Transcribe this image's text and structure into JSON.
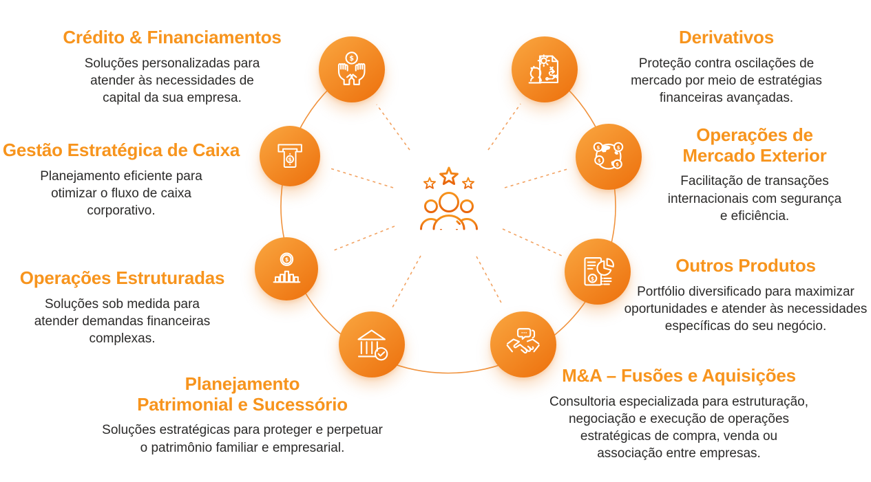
{
  "diagram": {
    "colors": {
      "accent": "#F7941D",
      "circle_gradient_start": "#F9A43E",
      "circle_gradient_end": "#EE7511",
      "ring_line": "#F0923C",
      "dashed_line": "#F2A261",
      "body_text": "#2B2A29",
      "icon_stroke": "#FFFFFF"
    },
    "center": {
      "icon": "people-with-stars-icon"
    },
    "items": [
      {
        "id": "credito",
        "title": "Crédito & Financiamentos",
        "description": "Soluções personalizadas para\natender às necessidades de\ncapital da sua empresa.",
        "icon": "hands-holding-coin-icon"
      },
      {
        "id": "gestao",
        "title": "Gestão Estratégica de Caixa",
        "description": "Planejamento eficiente para\notimizar o fluxo de caixa\ncorporativo.",
        "icon": "atm-cash-icon"
      },
      {
        "id": "estruturadas",
        "title": "Operações Estruturadas",
        "description": "Soluções sob medida para\natender demandas financeiras\ncomplexas.",
        "icon": "coin-bar-chart-icon"
      },
      {
        "id": "patrimonial",
        "title": "Planejamento\nPatrimonial e Sucessório",
        "description": "Soluções estratégicas para proteger e perpetuar\no patrimônio familiar e empresarial.",
        "icon": "bank-checkmark-icon"
      },
      {
        "id": "derivativos",
        "title": "Derivativos",
        "description": "Proteção contra oscilações de\nmercado por meio de estratégias\nfinanceiras avançadas.",
        "icon": "chess-strategy-icon"
      },
      {
        "id": "exterior",
        "title": "Operações de\nMercado Exterior",
        "description": "Facilitação de transações\ninternacionais com segurança\ne eficiência.",
        "icon": "globe-currency-icon"
      },
      {
        "id": "outros",
        "title": "Outros Produtos",
        "description": "Portfólio diversificado para maximizar\noportunidades e atender às necessidades\nespecíficas do seu negócio.",
        "icon": "report-pie-chart-icon"
      },
      {
        "id": "ma",
        "title": "M&A – Fusões e Aquisições",
        "description": "Consultoria especializada para estruturação,\nnegociação e execução de operações\nestratégicas de compra, venda ou\nassociação entre empresas.",
        "icon": "handshake-chat-icon"
      }
    ]
  }
}
